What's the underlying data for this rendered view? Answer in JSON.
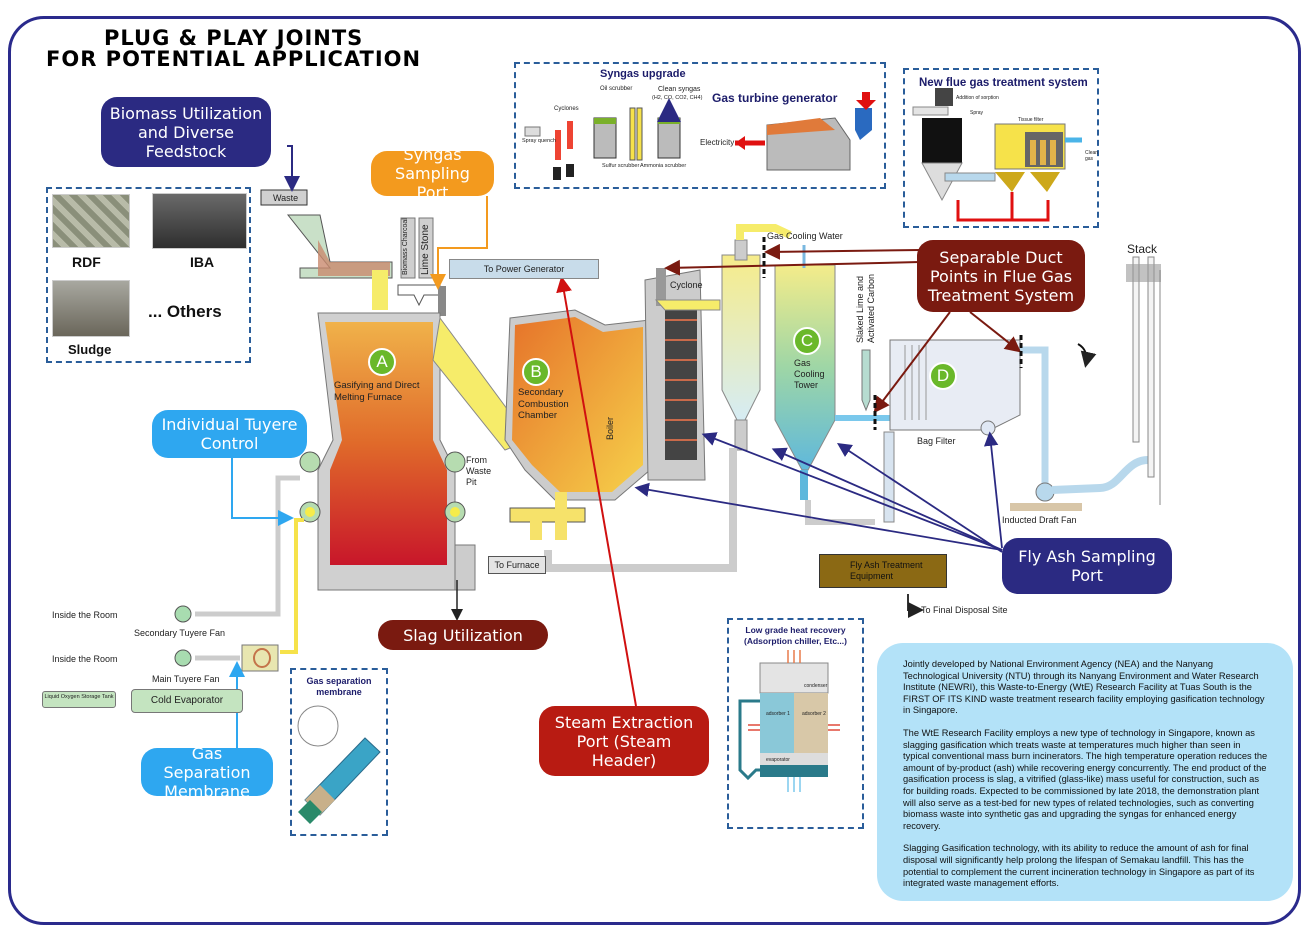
{
  "title": {
    "line1": "PLUG & PLAY JOINTS",
    "line2": "FOR POTENTIAL APPLICATION"
  },
  "callouts": {
    "biomass": "Biomass Utilization and Diverse Feedstock",
    "syngas_sampling": "Syngas Sampling Port",
    "tuyere": "Individual Tuyere Control",
    "gas_sep": "Gas Separation Membrane",
    "slag": "Slag Utilization",
    "steam": "Steam Extraction Port (Steam Header)",
    "duct": "Separable Duct Points in Flue Gas Treatment System",
    "flyash": "Fly Ash Sampling Port"
  },
  "feedstock": {
    "items": [
      "RDF",
      "IBA",
      "Sludge",
      "... Others"
    ]
  },
  "syngas_upgrade": {
    "title": "Syngas upgrade",
    "labels": [
      "Cyclones",
      "Oil scrubber",
      "Clean syngas",
      "(H2, CO, CO2, CH4)",
      "Spray quench",
      "Sulfur scrubber",
      "Ammonia scrubber"
    ],
    "turbine_title": "Gas turbine generator",
    "electricity": "Electricity"
  },
  "flue_gas": {
    "title": "New flue gas treatment system",
    "labels": [
      "Addition of sorption",
      "Spray",
      "Tissue filter",
      "Clean gas"
    ]
  },
  "process": {
    "waste": "Waste",
    "biomass_charcoal": "Biomass Charcoal",
    "lime_stone": "Lime Stone",
    "to_power": "To Power Generator",
    "furnace_letter": "A",
    "furnace": "Gasifying and Direct Melting Furnace",
    "scc_letter": "B",
    "scc": "Secondary Combustion Chamber",
    "boiler": "Boiler",
    "cyclone": "Cyclone",
    "gas_cooling_water": "Gas Cooling Water",
    "tower_letter": "C",
    "tower": "Gas Cooling Tower",
    "slaked_lime": "Slaked Lime and Activated Carbon",
    "bag_letter": "D",
    "bag_filter": "Bag Filter",
    "stack": "Stack",
    "idf": "Inducted Draft Fan",
    "from_waste_pit": "From Waste Pit",
    "to_furnace": "To Furnace",
    "fly_ash_equip": "Fly Ash Treatment Equipment",
    "final_disposal": "To Final Disposal Site",
    "inside_room_1": "Inside the Room",
    "inside_room_2": "Inside the Room",
    "secondary_fan": "Secondary Tuyere Fan",
    "main_fan": "Main Tuyere Fan",
    "lox": "Liquid Oxygen Storage Tank",
    "cold_evap": "Cold Evaporator"
  },
  "membrane_box": {
    "title": "Gas separation membrane"
  },
  "heat_box": {
    "title": "Low grade heat recovery (Adsorption chiller, Etc...)",
    "labels": [
      "condenser",
      "adsorber 1",
      "adsorber 2",
      "evaporator"
    ]
  },
  "info": {
    "p1": "Jointly developed by National Environment Agency (NEA) and the Nanyang Technological University (NTU) through its Nanyang Environment and Water Research Institute (NEWRI), this Waste-to-Energy (WtE) Research Facility at Tuas South is the FIRST OF ITS KIND waste treatment research facility employing gasification technology in Singapore.",
    "p2": "The WtE Research Facility employs a new type of technology in Singapore, known as slagging gasification which treats waste at temperatures much higher than seen in typical conventional mass burn incinerators. The high temperature operation reduces the amount of by-product (ash) while recovering energy concurrently. The end product of the gasification process is slag, a vitrified (glass-like) mass useful for construction, such as for building roads. Expected to be commissioned by late 2018, the demonstration plant will also serve as a test-bed for new types of related technologies, such as converting biomass waste into synthetic gas and upgrading the syngas for enhanced energy recovery.",
    "p3": "Slagging Gasification technology, with its ability to reduce the amount of ash for final disposal will significantly help prolong the lifespan of Semakau landfill. This has the potential to complement the current incineration technology in Singapore as part of its integrated waste management efforts."
  },
  "colors": {
    "navy": "#2b2a82",
    "orange": "#f39a1e",
    "sky": "#2ea7f0",
    "maroon": "#7a1a10",
    "red": "#b81b12",
    "info_bg": "#b3e2f8"
  }
}
